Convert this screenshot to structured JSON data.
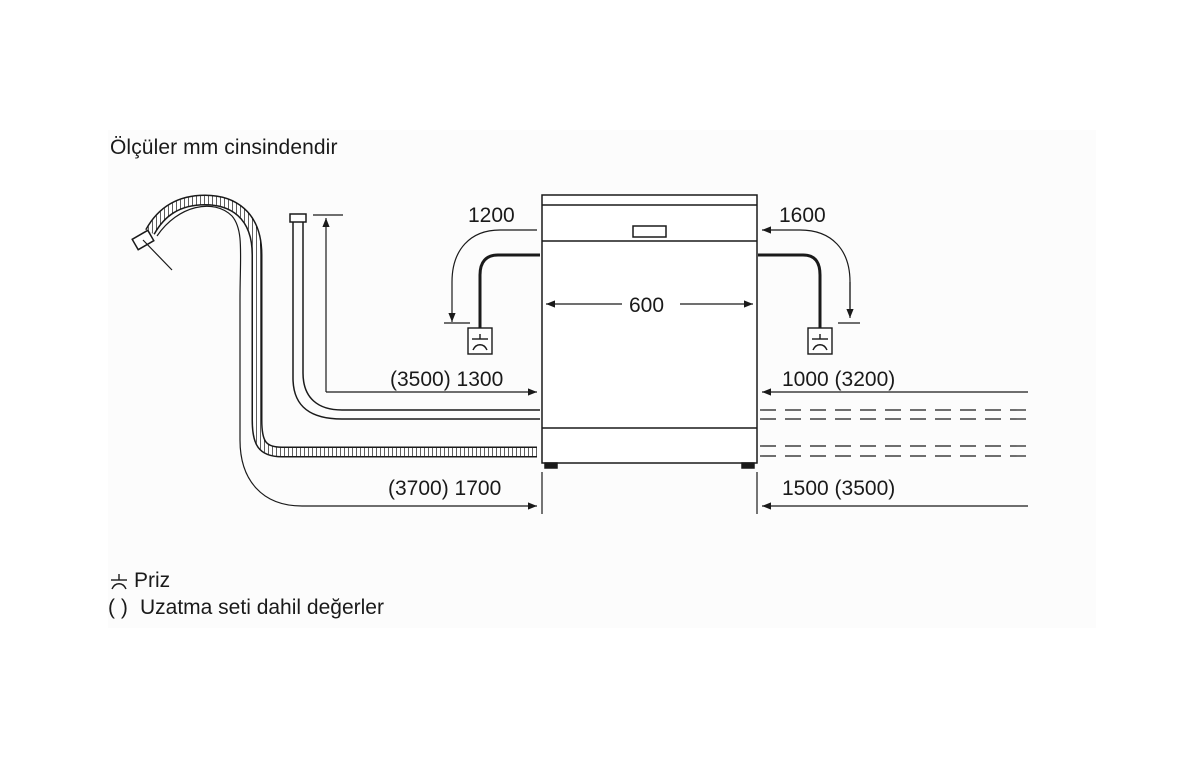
{
  "heading": "Ölçüler mm cinsindendir",
  "dimensions": {
    "power_left": "1200",
    "power_right": "1600",
    "width": "600",
    "inlet_left": "(3500) 1300",
    "inlet_right": "1000 (3200)",
    "drain_left": "(3700) 1700",
    "drain_right": "1500 (3500)"
  },
  "legend": {
    "socket_label": "Priz",
    "extension_symbol": "( )",
    "extension_label": "Uzatma seti dahil değerler"
  },
  "icons": [
    "socket-icon",
    "drain-hose",
    "water-inlet-hose",
    "dishwasher-front"
  ]
}
